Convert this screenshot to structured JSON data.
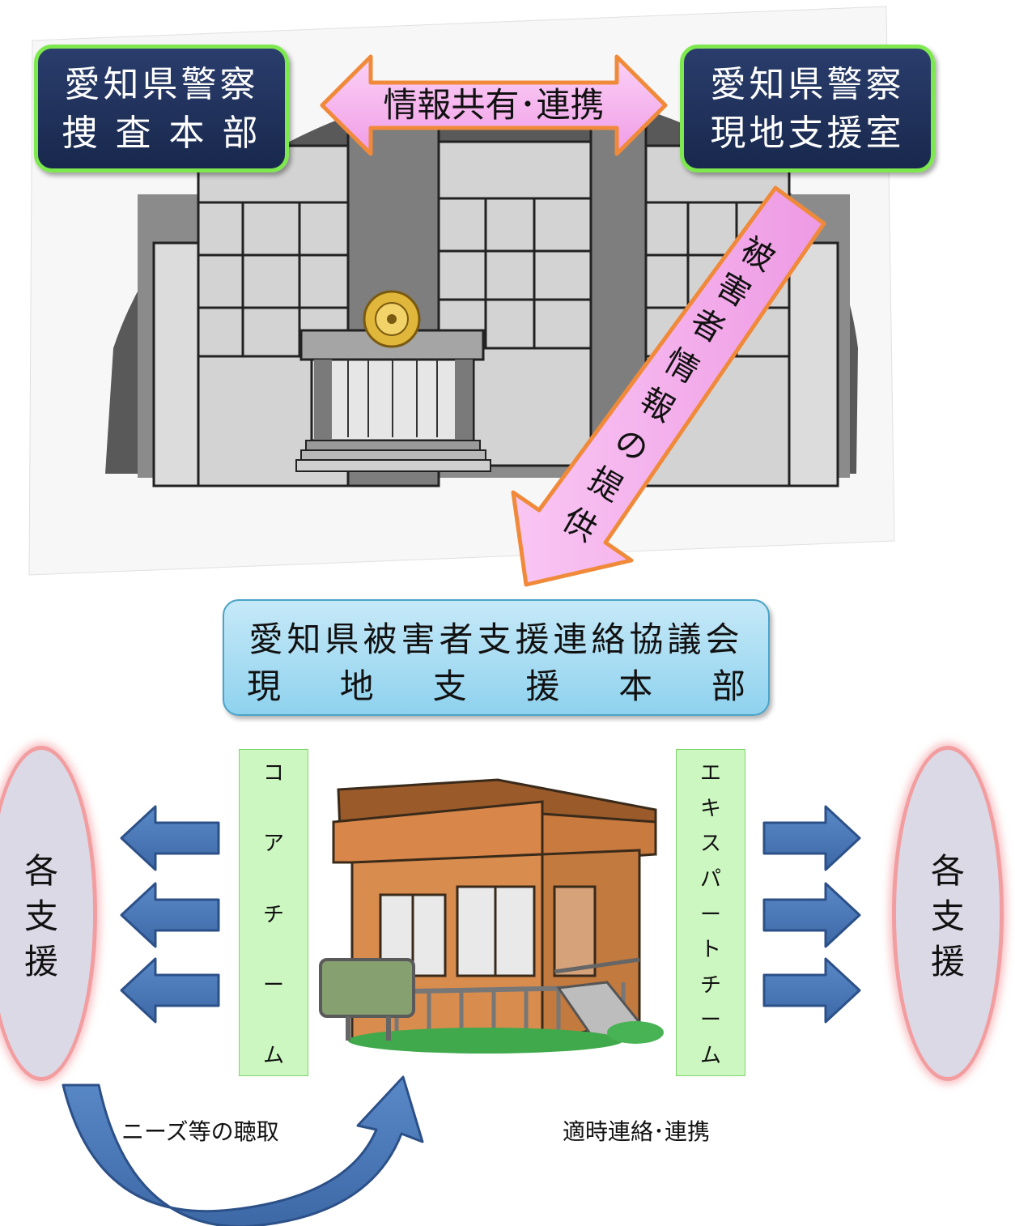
{
  "police_hq": {
    "line1": "愛知県警察",
    "line2": "捜 査 本 部"
  },
  "local_support_office": {
    "line1": "愛知県警察",
    "line2": "現地支援室"
  },
  "info_sharing_arrow": {
    "label": "情報共有･連携"
  },
  "victim_info_arrow": {
    "chars": [
      "被",
      "害",
      "者",
      "情",
      "報",
      "の",
      "提",
      "供"
    ]
  },
  "council": {
    "line1": "愛知県被害者支援連絡協議会",
    "line2_chars": [
      "現",
      "地",
      "支",
      "援",
      "本",
      "部"
    ]
  },
  "core_team": {
    "chars": [
      "コ",
      "ア",
      "チ",
      "ー",
      "ム"
    ]
  },
  "expert_team": {
    "chars": [
      "エ",
      "キ",
      "ス",
      "パ",
      "ー",
      "ト",
      "チ",
      "ー",
      "ム"
    ]
  },
  "support_left": {
    "chars": [
      "各",
      "支",
      "援"
    ]
  },
  "support_right": {
    "chars": [
      "各",
      "支",
      "援"
    ]
  },
  "needs_caption": "ニーズ等の聴取",
  "contact_caption": "適時連絡･連携",
  "colors": {
    "navy": "#1e305c",
    "green_border": "#7ee84f",
    "pink": "#f6b7f0",
    "orange": "#f08a3a",
    "blue_arrow": "#4a78b8",
    "council_blue": "#a9def4"
  }
}
